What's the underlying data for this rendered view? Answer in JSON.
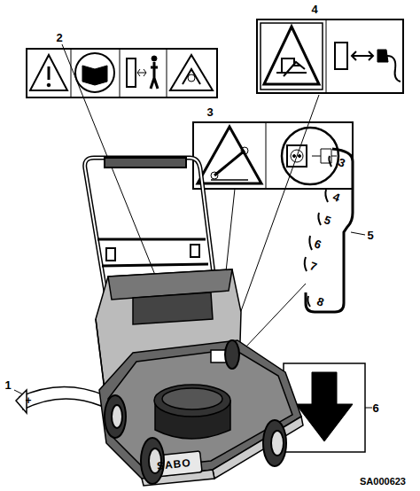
{
  "diagram": {
    "labels": [
      "2",
      "4",
      "3",
      "5",
      "3",
      "4",
      "5",
      "6",
      "7",
      "8",
      "6",
      "1",
      "+",
      "SABO",
      "SA000623"
    ]
  }
}
